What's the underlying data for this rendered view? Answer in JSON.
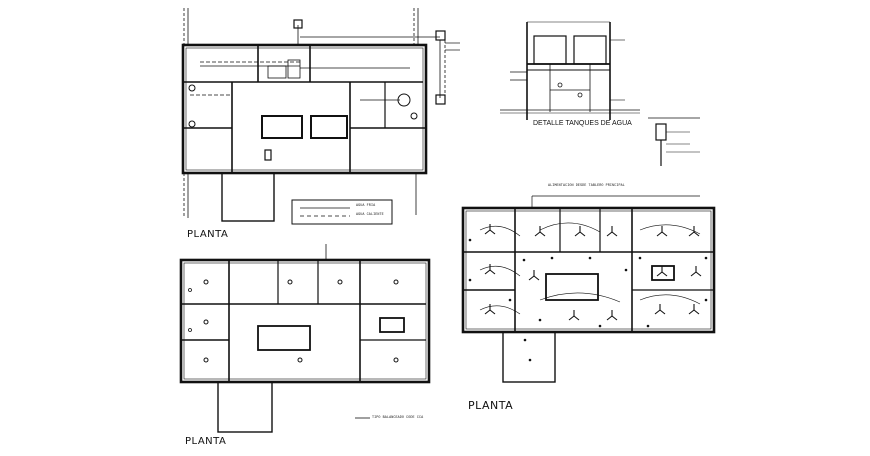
{
  "sheet": {
    "background": "#ffffff",
    "line_color": "#111111"
  },
  "plans": {
    "plumbing": {
      "title": "PLANTA",
      "legend": {
        "cold_water": "AGUA FRIA",
        "hot_water": "AGUA CALIENTE"
      }
    },
    "lighting": {
      "title": "PLANTA",
      "note": "TIPO BALANCEADO CODE CCA"
    },
    "electrical": {
      "title": "PLANTA",
      "feed_note": "ALIMENTACION DESDE TABLERO PRINCIPAL"
    }
  },
  "tank_detail": {
    "title": "DETALLE TANQUES DE AGUA"
  }
}
